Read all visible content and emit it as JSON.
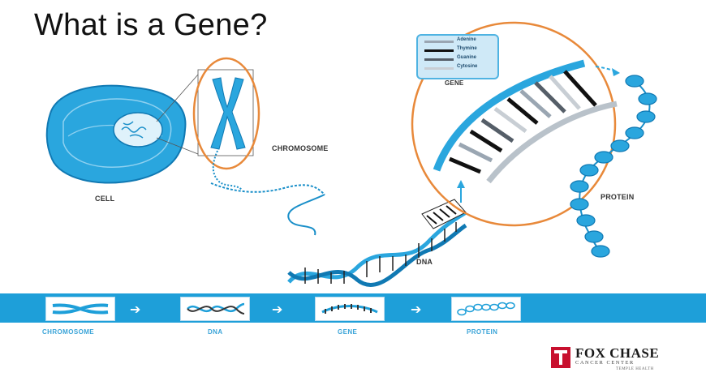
{
  "title": "What is a Gene?",
  "labels": {
    "cell": "CELL",
    "chromosome": "CHROMOSOME",
    "gene": "GENE",
    "protein": "PROTEIN",
    "dna": "DNA"
  },
  "legend": [
    {
      "name": "Adenine",
      "color": "#9aa6b2"
    },
    {
      "name": "Thymine",
      "color": "#111111"
    },
    {
      "name": "Guanine",
      "color": "#555e68"
    },
    {
      "name": "Cytosine",
      "color": "#c8ced4"
    }
  ],
  "flow": [
    {
      "label": "CHROMOSOME",
      "icon": "chromosome-icon"
    },
    {
      "label": "DNA",
      "icon": "dna-icon"
    },
    {
      "label": "GENE",
      "icon": "gene-icon"
    },
    {
      "label": "PROTEIN",
      "icon": "protein-icon"
    }
  ],
  "logo": {
    "name": "FOX CHASE",
    "subtitle": "CANCER CENTER",
    "affiliation": "TEMPLE HEALTH"
  },
  "colors": {
    "accent": "#1e9fd9",
    "highlight_ring": "#e8893a",
    "brand_red": "#c8102e"
  }
}
